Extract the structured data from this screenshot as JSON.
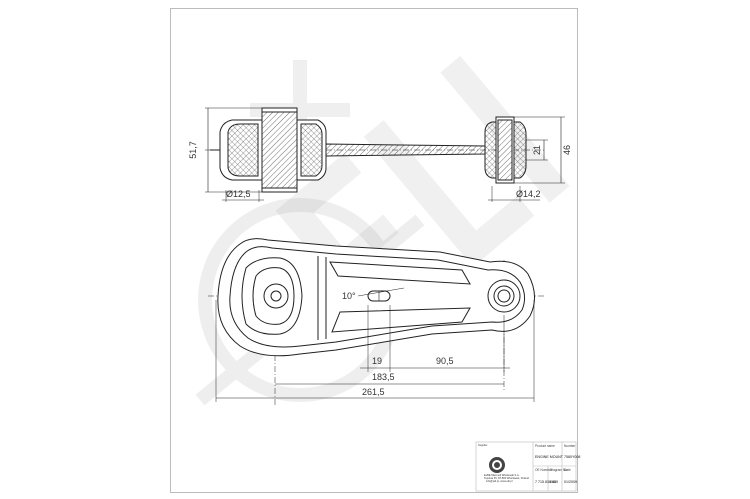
{
  "drawing": {
    "dimensions": {
      "top_height": "51,7",
      "right_height": "46",
      "right_inner": "21",
      "left_diameter": "Ø12,5",
      "right_diameter": "Ø14,2",
      "angle": "10°",
      "slot_width": "19",
      "slot_to_center": "90,5",
      "mid_length": "183,5",
      "overall_length": "261,5"
    },
    "watermark_text": "ELIT"
  },
  "title_block": {
    "supplier_label": "Supplier",
    "company_line1": "ELBE Maxmoil Wholesale S.A.",
    "company_line2": "Topolna 45, 87-800 Wloclawek, Poland",
    "company_line3": "info@elit.pl, www.elit.pl",
    "product_name_label": "Product name",
    "product_name": "ENGINE MOUNT",
    "number_label": "Number",
    "number": "7580Y008",
    "oe_number_label": "OE Number",
    "oe_number": "7 715 836 489",
    "diagram_no_label": "Diagram No.",
    "diagram_no": "001",
    "date_label": "Date",
    "date": "01/2009"
  }
}
